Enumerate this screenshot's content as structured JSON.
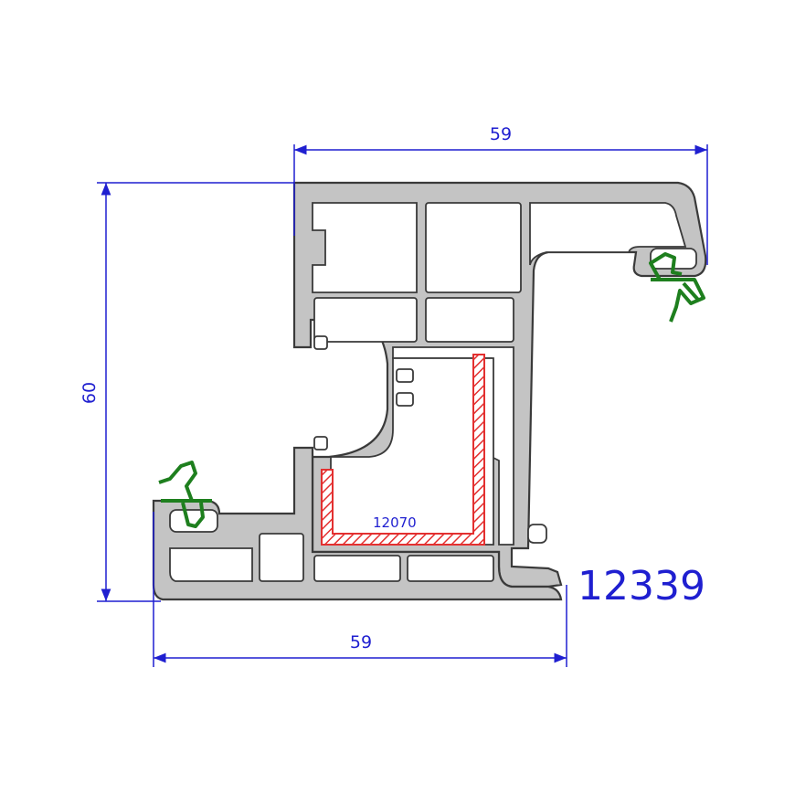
{
  "dimensions": {
    "top_width": "59",
    "bottom_width": "59",
    "height": "60"
  },
  "labels": {
    "profile_code": "12339",
    "reinforcement_code": "12070"
  },
  "colors": {
    "profile_fill": "#c4c4c4",
    "profile_stroke": "#3a3a3a",
    "dimension_line": "#1f1fd0",
    "gasket": "#1e7f1e",
    "reinforcement": "#e33030"
  }
}
